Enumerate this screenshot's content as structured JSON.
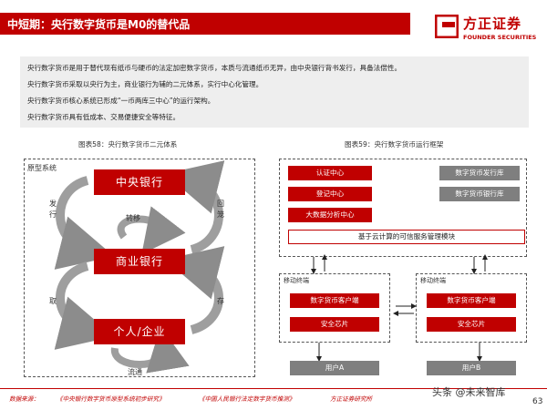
{
  "header": {
    "title": "中短期：央行数字货币是M0的替代品",
    "logo_cn": "方正证券",
    "logo_en": "FOUNDER SECURITIES",
    "accent": "#c00000"
  },
  "summary": [
    "央行数字货币是用于替代现有纸币与硬币的法定加密数字货币，本质与流通纸币无异，由中央银行背书发行，具备法偿性。",
    "央行数字货币采取以央行为主，商业银行为辅的二元体系，实行中心化管理。",
    "央行数字货币核心系统已形成“一币两库三中心”的运行架构。",
    "央行数字货币具有低成本、交易便捷安全等特征。"
  ],
  "fig58": {
    "caption": "图表58：央行数字货币二元体系",
    "frame_label": "原型系统",
    "central_bank": "中央银行",
    "commercial_bank": "商业银行",
    "person": "个人/企业",
    "issue": "发行",
    "recall": "回笼",
    "transfer": "转移",
    "withdraw": "取",
    "deposit": "存",
    "circulate": "流通"
  },
  "fig59": {
    "caption": "图表59：央行数字货币运行框架",
    "centers": [
      "认证中心",
      "登记中心",
      "大数据分析中心"
    ],
    "libraries": [
      "数字货币发行库",
      "数字货币银行库"
    ],
    "cloud": "基于云计算的可信服务管理模块",
    "terminal_label": "移动终端",
    "client": "数字货币客户端",
    "chip": "安全芯片",
    "user_a": "用户A",
    "user_b": "用户B"
  },
  "footer": {
    "source_label": "数据来源：",
    "sources": [
      "《中央银行数字货币原型系统初步研究》",
      "《中国人民银行法定数字货币推测》",
      "方正证券研究所"
    ],
    "watermark": "头条 @未来智库",
    "page": "63"
  }
}
